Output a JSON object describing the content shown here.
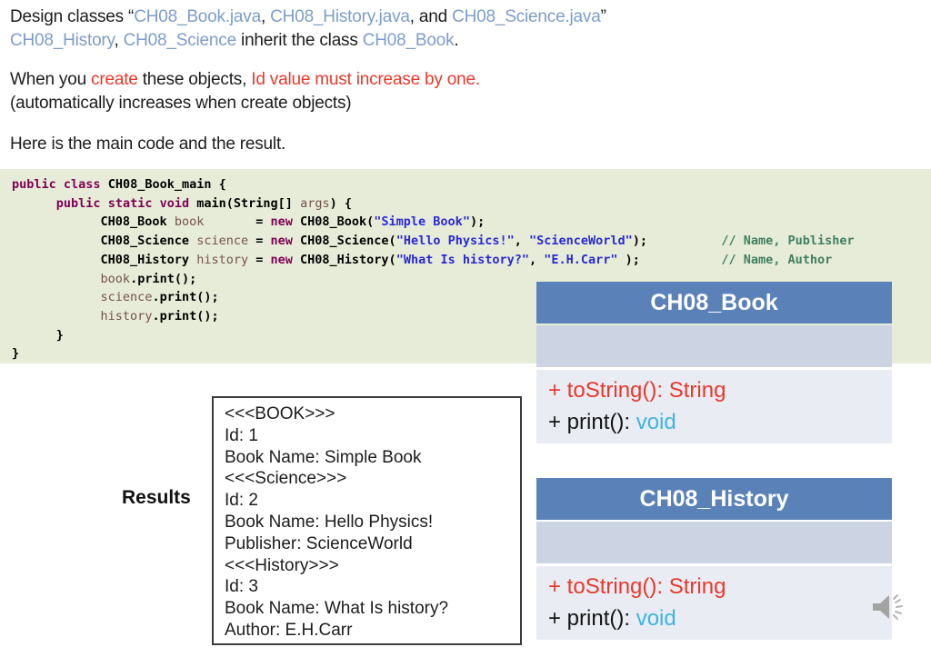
{
  "colors": {
    "accent_blue_text": "#7c9dc9",
    "emphasis_red": "#e8392b",
    "code_bg": "#e7ecd8",
    "code_keyword": "#7f0055",
    "code_string": "#2929d6",
    "code_comment": "#3f7f5f",
    "code_variable": "#74524a",
    "uml_header_bg": "#5a82b8",
    "uml_attr_bg": "#ccd3e3",
    "uml_body_bg": "#e9ecf3",
    "uml_void_cyan": "#3fb3e3"
  },
  "intro": {
    "para1": [
      [
        {
          "t": "Design classes “",
          "c": "p"
        },
        {
          "t": "CH08_Book.java",
          "c": "b"
        },
        {
          "t": ", ",
          "c": "p"
        },
        {
          "t": "CH08_History.java",
          "c": "b"
        },
        {
          "t": ", and ",
          "c": "p"
        },
        {
          "t": "CH08_Science.java",
          "c": "b"
        },
        {
          "t": "”",
          "c": "p"
        }
      ],
      [
        {
          "t": "CH08_History",
          "c": "b"
        },
        {
          "t": ", ",
          "c": "p"
        },
        {
          "t": "CH08_Science",
          "c": "b"
        },
        {
          "t": " inherit the class ",
          "c": "p"
        },
        {
          "t": "CH08_Book",
          "c": "b"
        },
        {
          "t": ".",
          "c": "p"
        }
      ]
    ],
    "para2": [
      [
        {
          "t": "When you ",
          "c": "p"
        },
        {
          "t": "create",
          "c": "r"
        },
        {
          "t": " these objects, ",
          "c": "p"
        },
        {
          "t": "Id value must increase by one.",
          "c": "r"
        }
      ],
      [
        {
          "t": "(automatically increases when create objects)",
          "c": "p"
        }
      ]
    ],
    "para3": [
      [
        {
          "t": "Here is the main code and the result.",
          "c": "p"
        }
      ]
    ]
  },
  "code": {
    "lines": [
      [
        {
          "t": "public",
          "c": "k"
        },
        {
          "t": " ",
          "c": "p"
        },
        {
          "t": "class",
          "c": "k"
        },
        {
          "t": " CH08_Book_main {",
          "c": "p"
        }
      ],
      [
        {
          "t": "      ",
          "c": "p"
        },
        {
          "t": "public",
          "c": "k"
        },
        {
          "t": " ",
          "c": "p"
        },
        {
          "t": "static",
          "c": "k"
        },
        {
          "t": " ",
          "c": "p"
        },
        {
          "t": "void",
          "c": "k"
        },
        {
          "t": " main(String[] ",
          "c": "p"
        },
        {
          "t": "args",
          "c": "v"
        },
        {
          "t": ") {",
          "c": "p"
        }
      ],
      [
        {
          "t": "            CH08_Book ",
          "c": "p"
        },
        {
          "t": "book",
          "c": "v"
        },
        {
          "t": "       = ",
          "c": "p"
        },
        {
          "t": "new",
          "c": "k"
        },
        {
          "t": " CH08_Book(",
          "c": "p"
        },
        {
          "t": "\"Simple Book\"",
          "c": "s"
        },
        {
          "t": ");",
          "c": "p"
        }
      ],
      [
        {
          "t": "            CH08_Science ",
          "c": "p"
        },
        {
          "t": "science",
          "c": "v"
        },
        {
          "t": " = ",
          "c": "p"
        },
        {
          "t": "new",
          "c": "k"
        },
        {
          "t": " CH08_Science(",
          "c": "p"
        },
        {
          "t": "\"Hello Physics!\"",
          "c": "s"
        },
        {
          "t": ", ",
          "c": "p"
        },
        {
          "t": "\"ScienceWorld\"",
          "c": "s"
        },
        {
          "t": ");          ",
          "c": "p"
        },
        {
          "t": "// Name, Publisher",
          "c": "c"
        }
      ],
      [
        {
          "t": "            CH08_History ",
          "c": "p"
        },
        {
          "t": "history",
          "c": "v"
        },
        {
          "t": " = ",
          "c": "p"
        },
        {
          "t": "new",
          "c": "k"
        },
        {
          "t": " CH08_History(",
          "c": "p"
        },
        {
          "t": "\"What Is history?\"",
          "c": "s"
        },
        {
          "t": ", ",
          "c": "p"
        },
        {
          "t": "\"E.H.Carr\"",
          "c": "s"
        },
        {
          "t": " );           ",
          "c": "p"
        },
        {
          "t": "// Name, Author",
          "c": "c"
        }
      ],
      [
        {
          "t": "            ",
          "c": "p"
        },
        {
          "t": "book",
          "c": "v"
        },
        {
          "t": ".print();",
          "c": "p"
        }
      ],
      [
        {
          "t": "            ",
          "c": "p"
        },
        {
          "t": "science",
          "c": "v"
        },
        {
          "t": ".print();",
          "c": "p"
        }
      ],
      [
        {
          "t": "            ",
          "c": "p"
        },
        {
          "t": "history",
          "c": "v"
        },
        {
          "t": ".print();",
          "c": "p"
        }
      ],
      [
        {
          "t": "      }",
          "c": "p"
        }
      ],
      [
        {
          "t": "}",
          "c": "p"
        }
      ]
    ]
  },
  "results": {
    "label": "Results",
    "lines": [
      "<<<BOOK>>>",
      "Id: 1",
      "Book Name: Simple Book",
      "<<<Science>>>",
      "Id: 2",
      "Book Name: Hello Physics!",
      "Publisher: ScienceWorld",
      "<<<History>>>",
      "Id: 3",
      "Book Name: What Is history?",
      "Author: E.H.Carr"
    ]
  },
  "uml": {
    "boxes": [
      {
        "title": "CH08_Book",
        "methods": [
          [
            {
              "t": "+ toString(): String",
              "c": "red"
            }
          ],
          [
            {
              "t": "+ print(): ",
              "c": "dark"
            },
            {
              "t": "void",
              "c": "cyan"
            }
          ]
        ]
      },
      {
        "title": "CH08_History",
        "methods": [
          [
            {
              "t": "+ toString(): String",
              "c": "red"
            }
          ],
          [
            {
              "t": "+ print(): ",
              "c": "dark"
            },
            {
              "t": "void",
              "c": "cyan"
            }
          ]
        ]
      }
    ]
  },
  "icons": {
    "audio": "speaker-icon"
  }
}
